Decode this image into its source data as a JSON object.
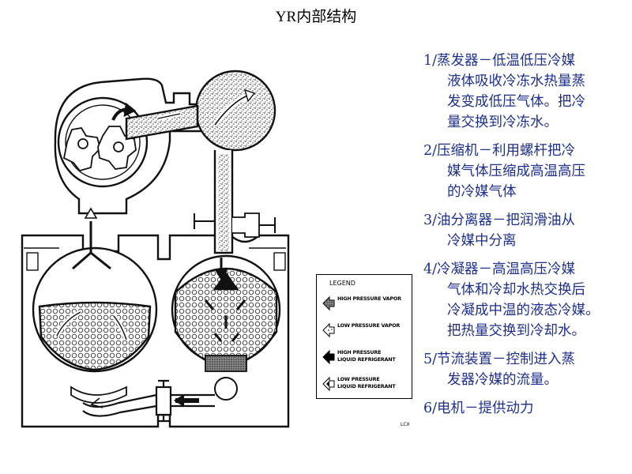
{
  "title": "YR内部结构",
  "notes": [
    {
      "lines": [
        "1/蒸发器－低温低压冷媒",
        "液体吸收冷冻水热量蒸",
        "发变成低压气体。把冷",
        "量交换到冷冻水。"
      ]
    },
    {
      "lines": [
        "2/压缩机－利用螺杆把冷",
        "媒气体压缩成高温高压",
        "的冷媒气体"
      ]
    },
    {
      "lines": [
        "3/油分离器－把润滑油从",
        "冷媒中分离"
      ]
    },
    {
      "lines": [
        "4/冷凝器－高温高压冷媒",
        "气体和冷却水热交换后",
        "冷凝成中温的液态冷媒。",
        "把热量交换到冷却水。"
      ]
    },
    {
      "lines": [
        "5/节流装置－控制进入蒸",
        "发器冷媒的流量。"
      ]
    },
    {
      "lines": [
        "6/电机－提供动力"
      ]
    }
  ],
  "legend": {
    "title": "LEGEND",
    "items": [
      {
        "lines": [
          "HIGH PRESSURE VAPOR"
        ],
        "icon": "high-pressure-vapor-arrow-icon"
      },
      {
        "lines": [
          "LOW PRESSURE VAPOR"
        ],
        "icon": "low-pressure-vapor-arrow-icon"
      },
      {
        "lines": [
          "HIGH PRESSURE",
          "LIQUID REFRIGERANT"
        ],
        "icon": "high-pressure-liquid-arrow-icon"
      },
      {
        "lines": [
          "LOW PRESSURE",
          "LIQUID REFRIGERANT"
        ],
        "icon": "low-pressure-liquid-arrow-icon"
      }
    ]
  },
  "diagram_code": "LCX",
  "colors": {
    "text": "#000000",
    "notes": "#1c2f8c",
    "line": "#111111"
  }
}
